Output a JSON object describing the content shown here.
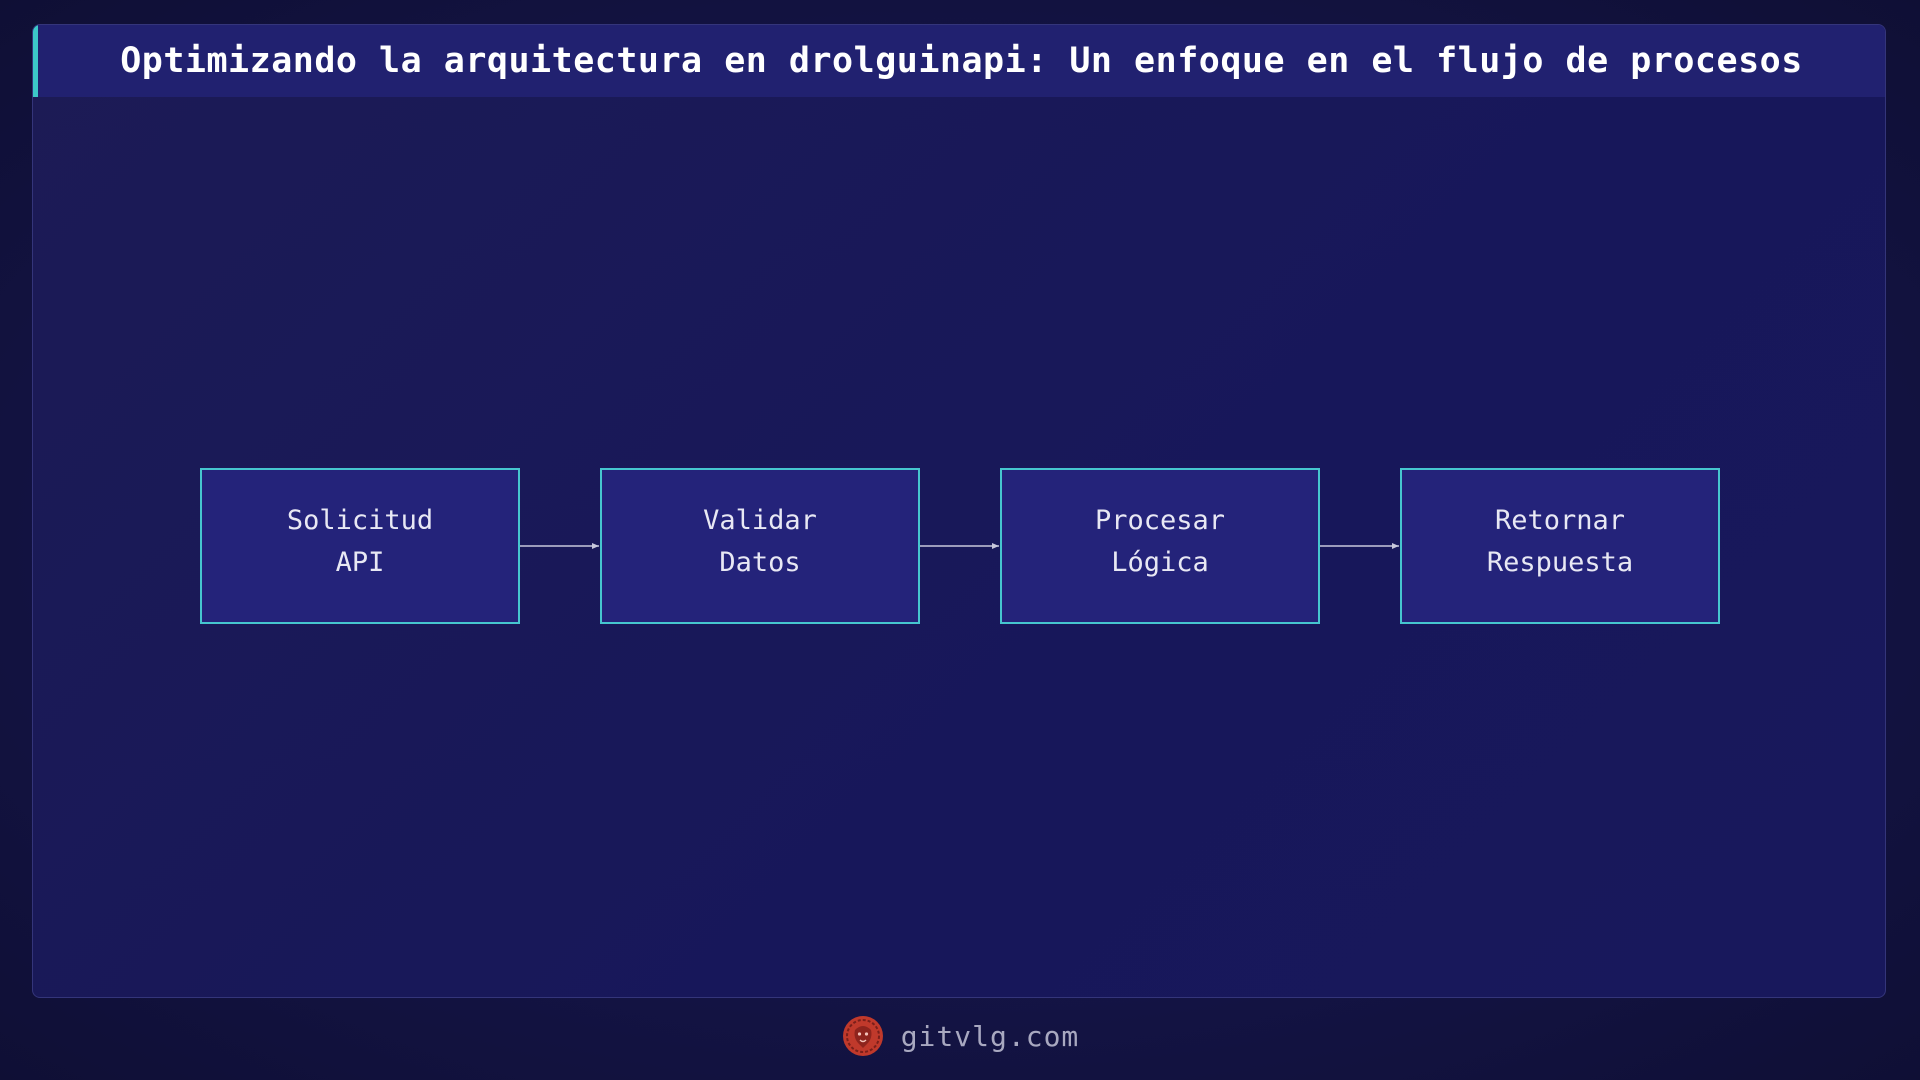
{
  "title": "Optimizando la arquitectura en drolguinapi: Un enfoque en el flujo de procesos",
  "colors": {
    "node_border": "#46c6cf",
    "node_fill": "#24237a",
    "title_accent": "#3cc8c8",
    "logo": "#c0392b"
  },
  "nodes": [
    {
      "id": "solicitud",
      "label": "Solicitud\nAPI"
    },
    {
      "id": "validar",
      "label": "Validar\nDatos"
    },
    {
      "id": "procesar",
      "label": "Procesar\nLógica"
    },
    {
      "id": "retornar",
      "label": "Retornar\nRespuesta"
    }
  ],
  "edges": [
    {
      "from": "solicitud",
      "to": "validar"
    },
    {
      "from": "validar",
      "to": "procesar"
    },
    {
      "from": "procesar",
      "to": "retornar"
    }
  ],
  "footer": {
    "logo_icon": "lion-logo-icon",
    "site": "gitvlg.com"
  }
}
